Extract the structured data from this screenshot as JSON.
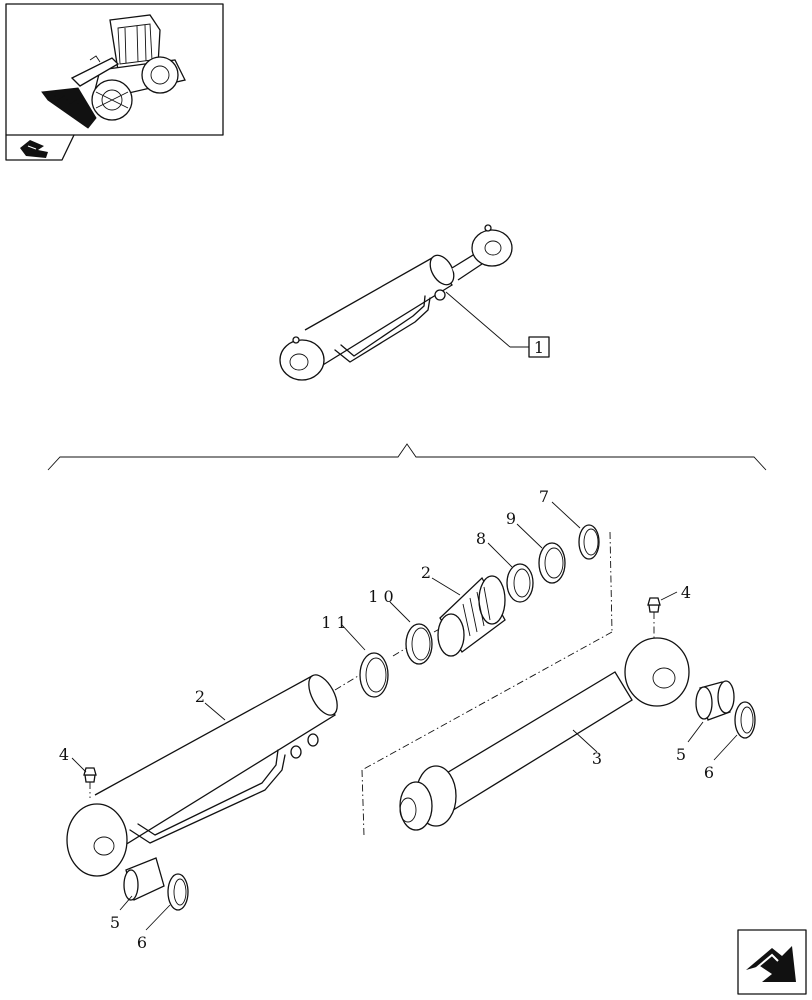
{
  "callouts": {
    "assembly": "1",
    "barrel": "2",
    "piston": "2",
    "rod": "3",
    "grease_left": "4",
    "grease_right": "4",
    "bush_left": "5",
    "bush_right": "5",
    "ring_left": "6",
    "ring_right": "6",
    "seal_7": "7",
    "seal_8": "8",
    "seal_9": "9",
    "seal_10": "1 0",
    "seal_11": "1 1"
  },
  "icons": {
    "thumbnail": "wheel-loader-icon",
    "nav_small": "arrow-return-icon",
    "nav_large": "arrow-next-icon"
  }
}
